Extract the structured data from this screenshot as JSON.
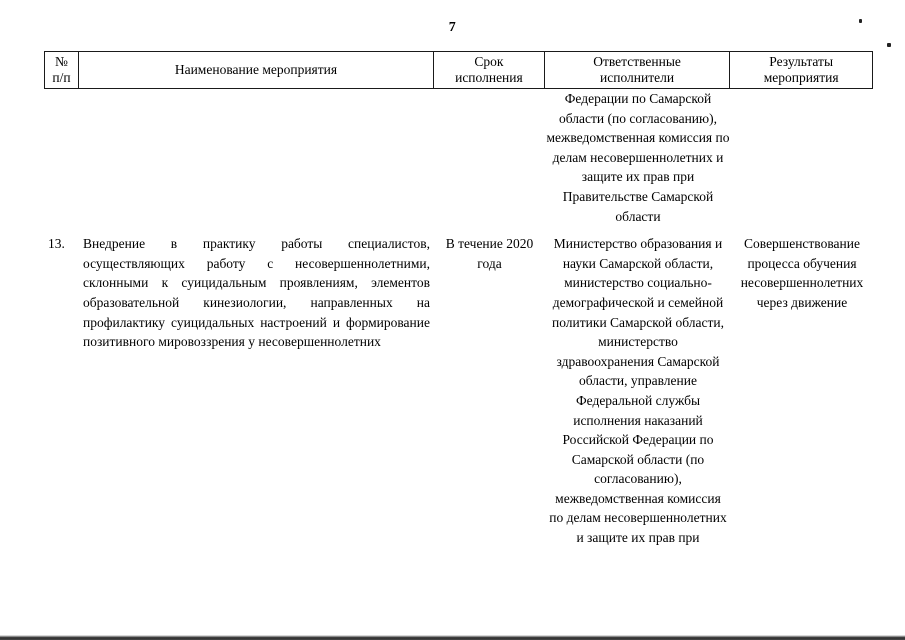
{
  "page": {
    "number": "7"
  },
  "table": {
    "headers": [
      {
        "line1": "№",
        "line2": "п/п"
      },
      {
        "line1": "Наименование мероприятия",
        "line2": ""
      },
      {
        "line1": "Срок",
        "line2": "исполнения"
      },
      {
        "line1": "Ответственные",
        "line2": "исполнители"
      },
      {
        "line1": "Результаты",
        "line2": "мероприятия"
      }
    ],
    "continuation": {
      "executors": "Федерации по Самарской области (по согласованию), межведомственная комиссия по делам несовершеннолетних и защите их прав при Правительстве Самарской области"
    },
    "rows": [
      {
        "number": "13.",
        "measure": "Внедрение в практику работы специалистов, осуществляющих работу с несовершеннолетними, склонными к суицидальным проявлениям, элементов образовательной кинезиологии, направленных на профилактику суицидальных настроений и формирование позитивного мировоззрения у несовершеннолетних",
        "deadline": "В течение 2020 года",
        "executors": "Министерство образования и науки Самарской области, министерство социально-демографической и семейной политики Самарской области, министерство здравоохранения Самарской области, управление Федеральной службы исполнения наказаний Российской Федерации по Самарской области (по согласованию), межведомственная комиссия по делам несовершеннолетних и защите их прав при",
        "result": "Совершенствование процесса обучения несовершеннолетних через движение"
      }
    ]
  }
}
